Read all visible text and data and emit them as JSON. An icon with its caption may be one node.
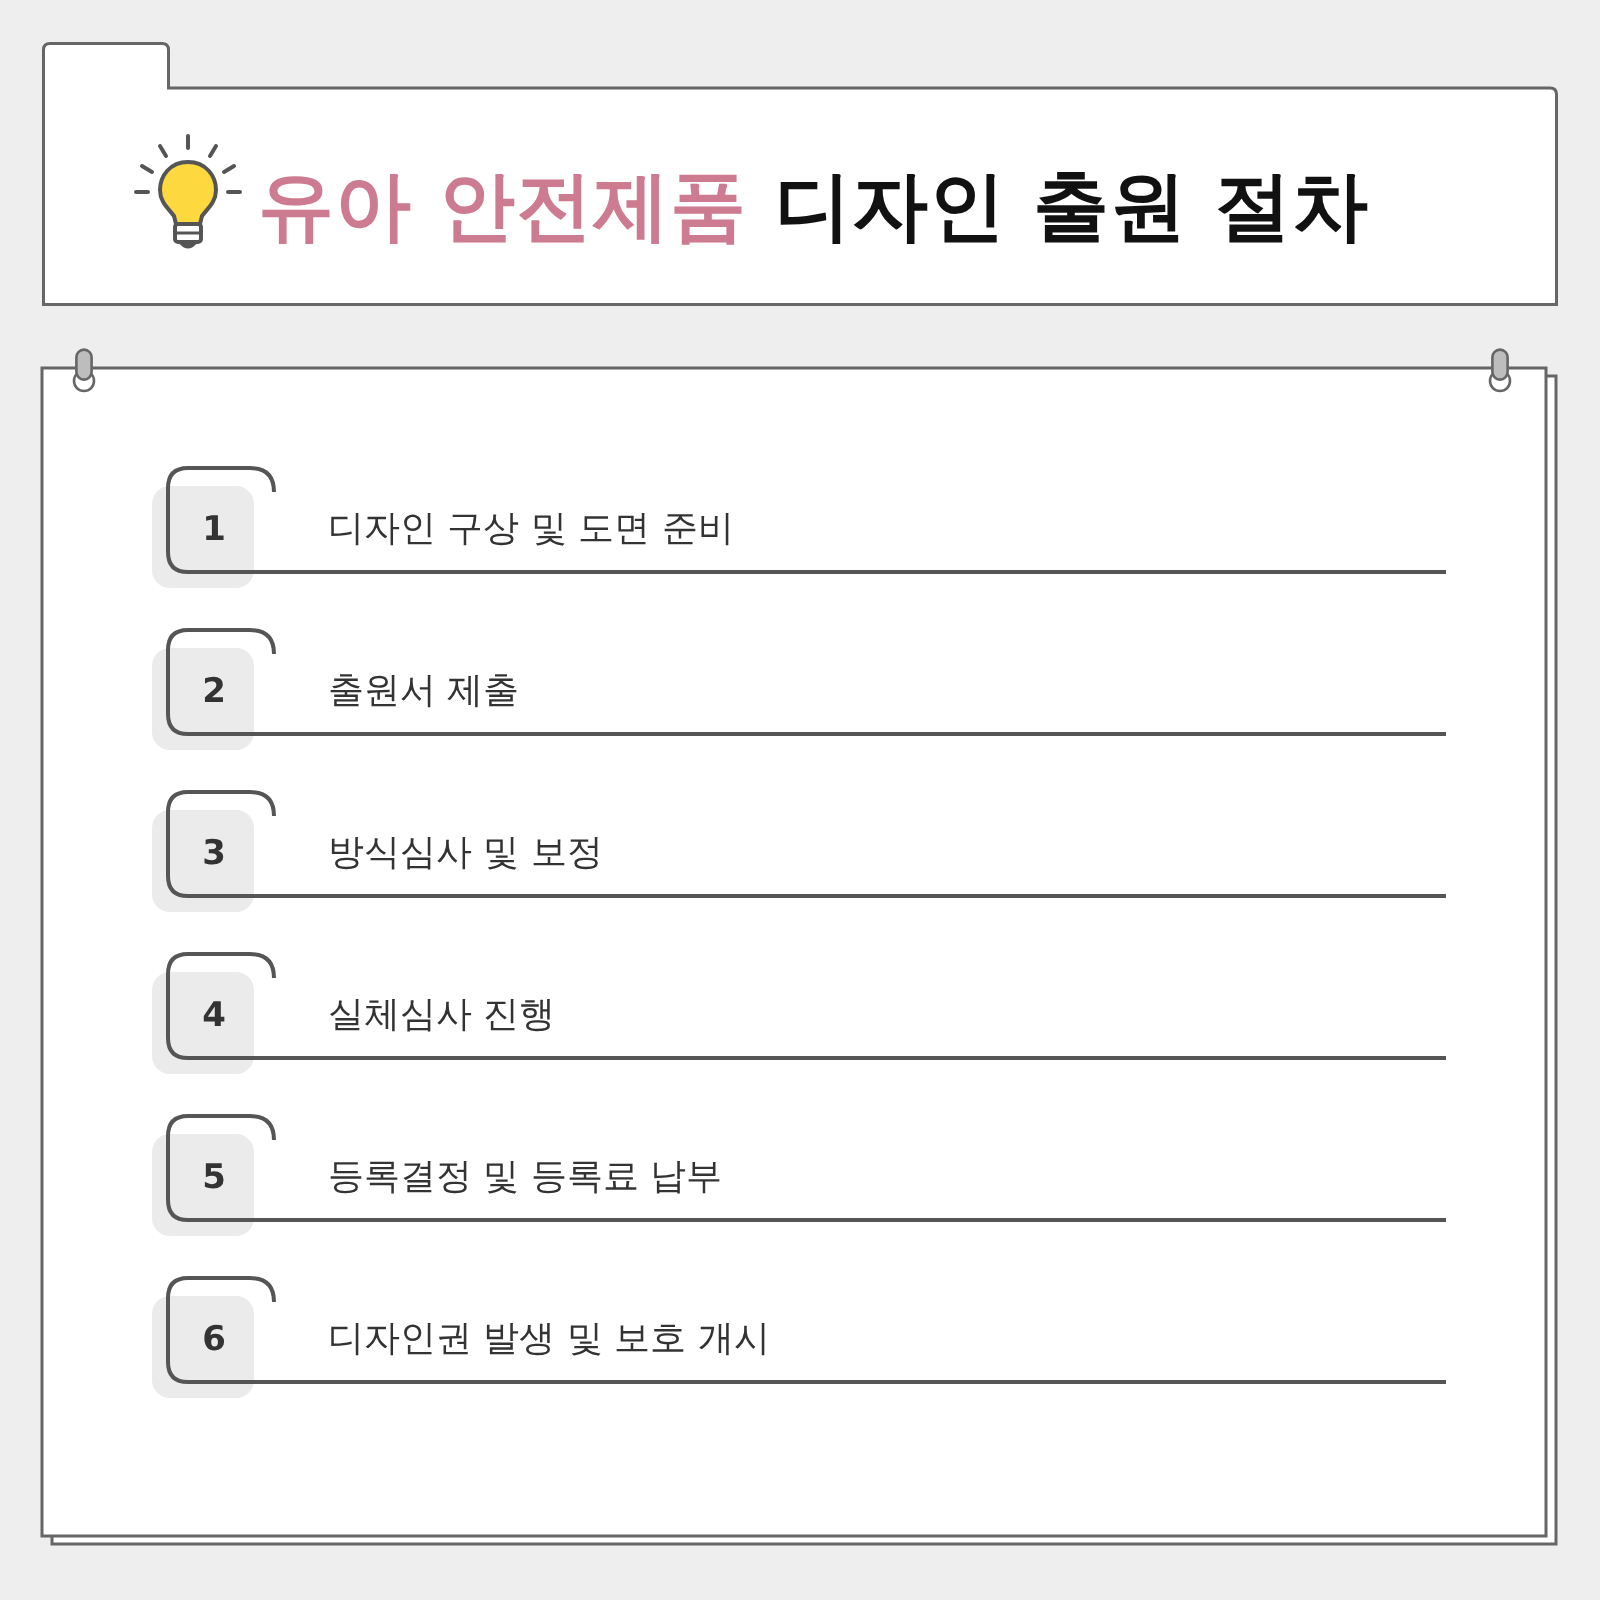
{
  "diagram": {
    "title": "유아 안전제품 디자인 출원 절차",
    "nodes": [
      {
        "text": [
          "1",
          "디자인 구상 및 도면 준비"
        ]
      },
      {
        "text": [
          "2",
          "출원서 제출"
        ]
      },
      {
        "text": [
          "3",
          "방식심사 및 보정"
        ]
      },
      {
        "text": [
          "4",
          "실체심사 진행"
        ]
      },
      {
        "text": [
          "5",
          "등록결정 및 등록료 납부"
        ]
      },
      {
        "text": [
          "6",
          "디자인권 발생 및 보호 개시"
        ]
      }
    ]
  }
}
